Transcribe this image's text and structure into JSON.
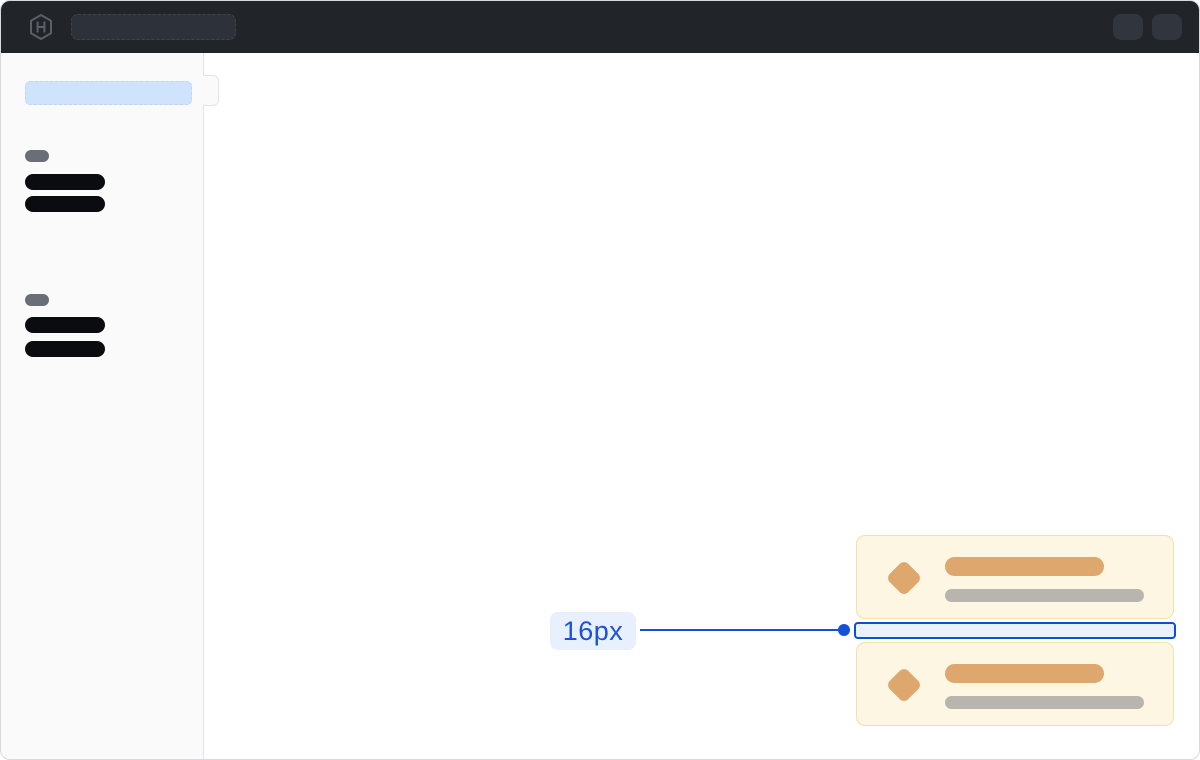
{
  "theme": {
    "topbar_bg": "#212429",
    "topbar_pill": "#2c313a",
    "topbar_button": "#31363e",
    "logo_color": "#5b5f66",
    "sidebar_bg": "#fafafa",
    "sidebar_border": "#e3e4e8",
    "selected_bg": "#cfe3fd",
    "section_label": "#6a6f77",
    "nav_bar": "#0a0c10",
    "card_bg": "#fdf6e3",
    "card_border": "#f4dfae",
    "card_accent": "#dda76e",
    "card_muted": "#b8b5ae",
    "measure_blue": "#1152d6",
    "measure_rect_border": "#0c4fd1",
    "measure_fill": "#e9f1fd",
    "label_bg": "#e8f0fd",
    "label_text": "#1a53d8"
  },
  "topbar": {
    "logo_icon": "hashicorp-logo",
    "placeholders": {
      "search_pill": 1,
      "action_pills": 2
    }
  },
  "sidebar": {
    "selected_item": "skeleton-selected",
    "sections": [
      {
        "label_pill": "skeleton",
        "item_bars": 2
      },
      {
        "label_pill": "skeleton",
        "item_bars": 2
      }
    ]
  },
  "main": {
    "cards": [
      {
        "icon": "diamond-icon",
        "title_bar": "skeleton",
        "subtitle_bar": "skeleton"
      },
      {
        "icon": "diamond-icon",
        "title_bar": "skeleton",
        "subtitle_bar": "skeleton"
      }
    ]
  },
  "measurement": {
    "label": "16px"
  }
}
